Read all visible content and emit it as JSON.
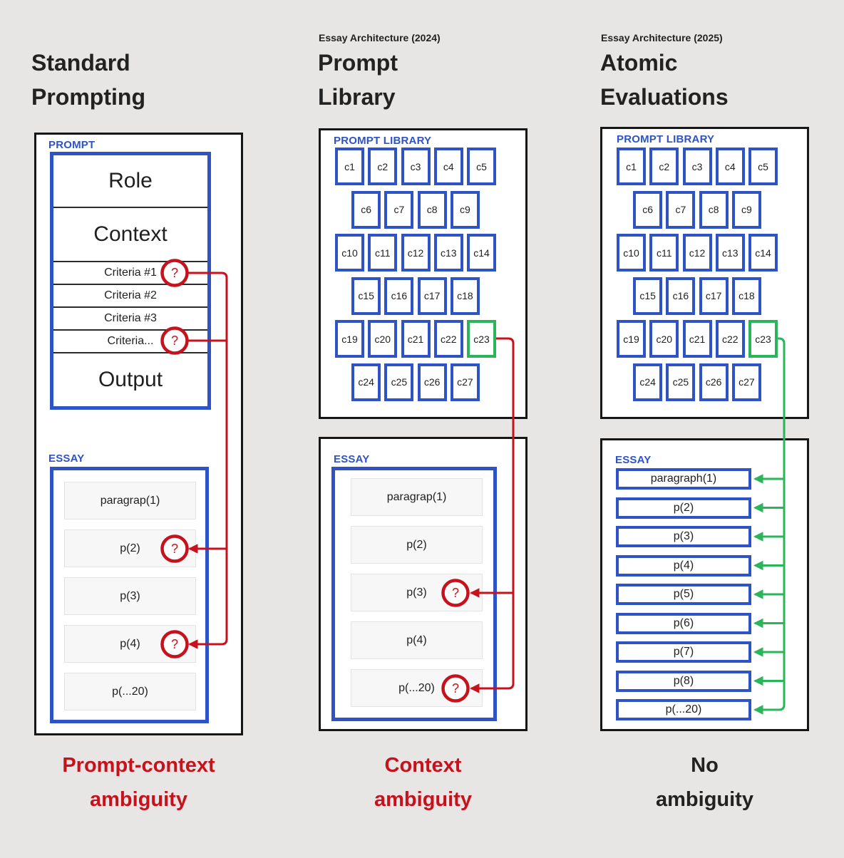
{
  "colors": {
    "background": "#e7e6e4",
    "panel_border": "#161616",
    "blue": "#2d53c6",
    "red": "#c5121d",
    "green": "#2ab55b",
    "text": "#222222",
    "essay_row_bg": "#f7f7f7"
  },
  "marks": {
    "question": "?"
  },
  "columns": [
    {
      "title_lines": [
        "Standard",
        "Prompting"
      ],
      "prompt": {
        "label": "PROMPT",
        "role": "Role",
        "context": "Context",
        "criteria": [
          "Criteria #1",
          "Criteria #2",
          "Criteria #3",
          "Criteria..."
        ],
        "output": "Output"
      },
      "essay": {
        "label": "ESSAY",
        "rows": [
          "paragrap(1)",
          "p(2)",
          "p(3)",
          "p(4)",
          "p(...20)"
        ]
      },
      "caption_lines": [
        "Prompt-context",
        "ambiguity"
      ]
    },
    {
      "eyebrow": "Essay Architecture (2024)",
      "title_lines": [
        "Prompt",
        "Library"
      ],
      "library": {
        "label": "PROMPT LIBRARY",
        "rows": [
          [
            {
              "label": "c1"
            },
            {
              "label": "c2"
            },
            {
              "label": "c3"
            },
            {
              "label": "c4"
            },
            {
              "label": "c5"
            }
          ],
          [
            {
              "label": "c6"
            },
            {
              "label": "c7"
            },
            {
              "label": "c8"
            },
            {
              "label": "c9"
            }
          ],
          [
            {
              "label": "c10"
            },
            {
              "label": "c11"
            },
            {
              "label": "c12"
            },
            {
              "label": "c13"
            },
            {
              "label": "c14"
            }
          ],
          [
            {
              "label": "c15"
            },
            {
              "label": "c16"
            },
            {
              "label": "c17"
            },
            {
              "label": "c18"
            }
          ],
          [
            {
              "label": "c19"
            },
            {
              "label": "c20"
            },
            {
              "label": "c21"
            },
            {
              "label": "c22"
            },
            {
              "label": "c23",
              "highlight": true
            }
          ],
          [
            {
              "label": "c24"
            },
            {
              "label": "c25"
            },
            {
              "label": "c26"
            },
            {
              "label": "c27"
            }
          ]
        ]
      },
      "essay": {
        "label": "ESSAY",
        "rows": [
          "paragrap(1)",
          "p(2)",
          "p(3)",
          "p(4)",
          "p(...20)"
        ]
      },
      "caption_lines": [
        "Context",
        "ambiguity"
      ]
    },
    {
      "eyebrow": "Essay Architecture (2025)",
      "title_lines": [
        "Atomic",
        "Evaluations"
      ],
      "library": {
        "label": "PROMPT LIBRARY",
        "rows": [
          [
            {
              "label": "c1"
            },
            {
              "label": "c2"
            },
            {
              "label": "c3"
            },
            {
              "label": "c4"
            },
            {
              "label": "c5"
            }
          ],
          [
            {
              "label": "c6"
            },
            {
              "label": "c7"
            },
            {
              "label": "c8"
            },
            {
              "label": "c9"
            }
          ],
          [
            {
              "label": "c10"
            },
            {
              "label": "c11"
            },
            {
              "label": "c12"
            },
            {
              "label": "c13"
            },
            {
              "label": "c14"
            }
          ],
          [
            {
              "label": "c15"
            },
            {
              "label": "c16"
            },
            {
              "label": "c17"
            },
            {
              "label": "c18"
            }
          ],
          [
            {
              "label": "c19"
            },
            {
              "label": "c20"
            },
            {
              "label": "c21"
            },
            {
              "label": "c22"
            },
            {
              "label": "c23",
              "highlight": true
            }
          ],
          [
            {
              "label": "c24"
            },
            {
              "label": "c25"
            },
            {
              "label": "c26"
            },
            {
              "label": "c27"
            }
          ]
        ]
      },
      "essay": {
        "label": "ESSAY",
        "rows": [
          "paragraph(1)",
          "p(2)",
          "p(3)",
          "p(4)",
          "p(5)",
          "p(6)",
          "p(7)",
          "p(8)",
          "p(...20)"
        ]
      },
      "caption_lines": [
        "No",
        "ambiguity"
      ]
    }
  ]
}
